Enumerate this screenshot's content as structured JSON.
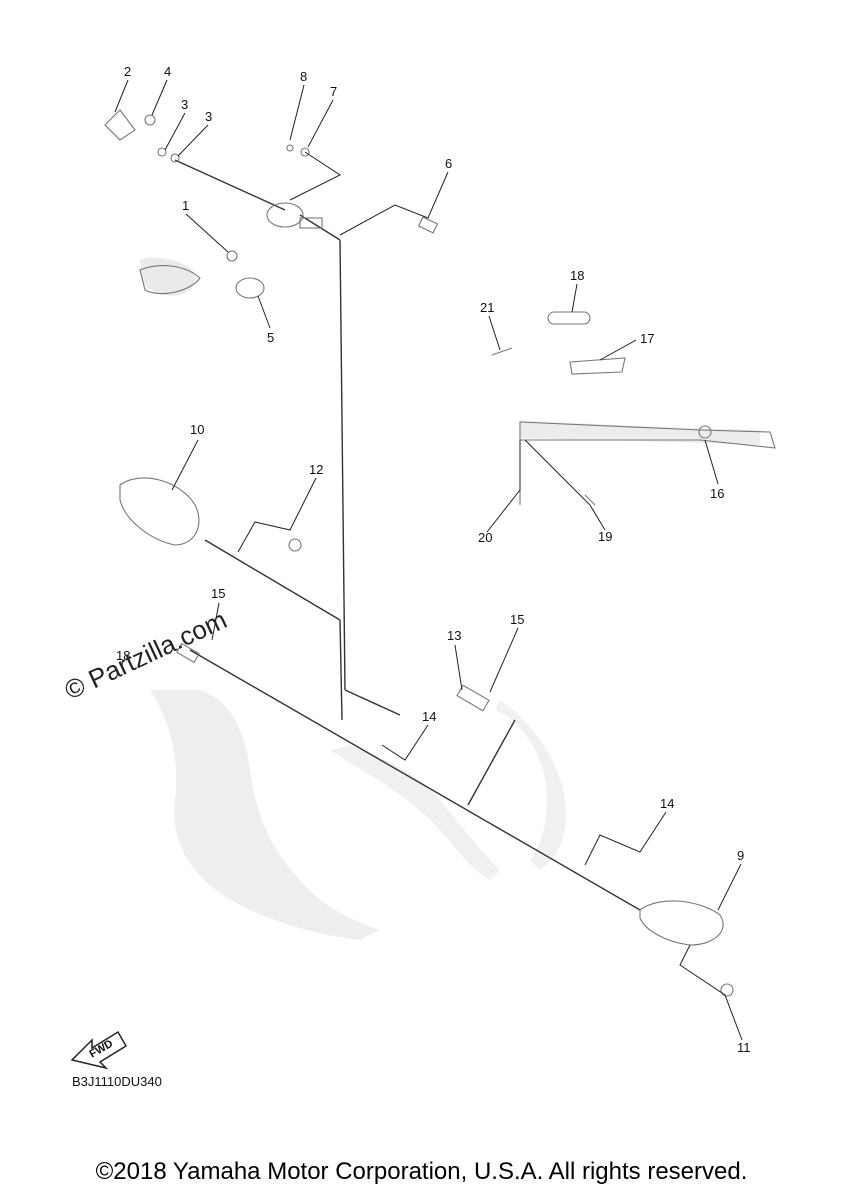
{
  "diagram": {
    "callouts": [
      {
        "id": "c2",
        "label": "2"
      },
      {
        "id": "c4",
        "label": "4"
      },
      {
        "id": "c3a",
        "label": "3"
      },
      {
        "id": "c3b",
        "label": "3"
      },
      {
        "id": "c8",
        "label": "8"
      },
      {
        "id": "c7",
        "label": "7"
      },
      {
        "id": "c6",
        "label": "6"
      },
      {
        "id": "c1",
        "label": "1"
      },
      {
        "id": "c5",
        "label": "5"
      },
      {
        "id": "c18",
        "label": "18"
      },
      {
        "id": "c21",
        "label": "21"
      },
      {
        "id": "c17",
        "label": "17"
      },
      {
        "id": "c10",
        "label": "10"
      },
      {
        "id": "c12",
        "label": "12"
      },
      {
        "id": "c16",
        "label": "16"
      },
      {
        "id": "c20",
        "label": "20"
      },
      {
        "id": "c19",
        "label": "19"
      },
      {
        "id": "c15a",
        "label": "15"
      },
      {
        "id": "c18b",
        "label": "18"
      },
      {
        "id": "c13",
        "label": "13"
      },
      {
        "id": "c15b",
        "label": "15"
      },
      {
        "id": "c14a",
        "label": "14"
      },
      {
        "id": "c14b",
        "label": "14"
      },
      {
        "id": "c9",
        "label": "9"
      },
      {
        "id": "c11",
        "label": "11"
      }
    ],
    "watermark": "© Partzilla.com",
    "fwd_label": "FWD",
    "diagram_code": "B3J1110DU340"
  },
  "footer": {
    "copyright": "©2018 Yamaha Motor Corporation, U.S.A. All rights reserved."
  },
  "colors": {
    "ink": "#111111",
    "ghost_frame": "#d9d9d9"
  }
}
